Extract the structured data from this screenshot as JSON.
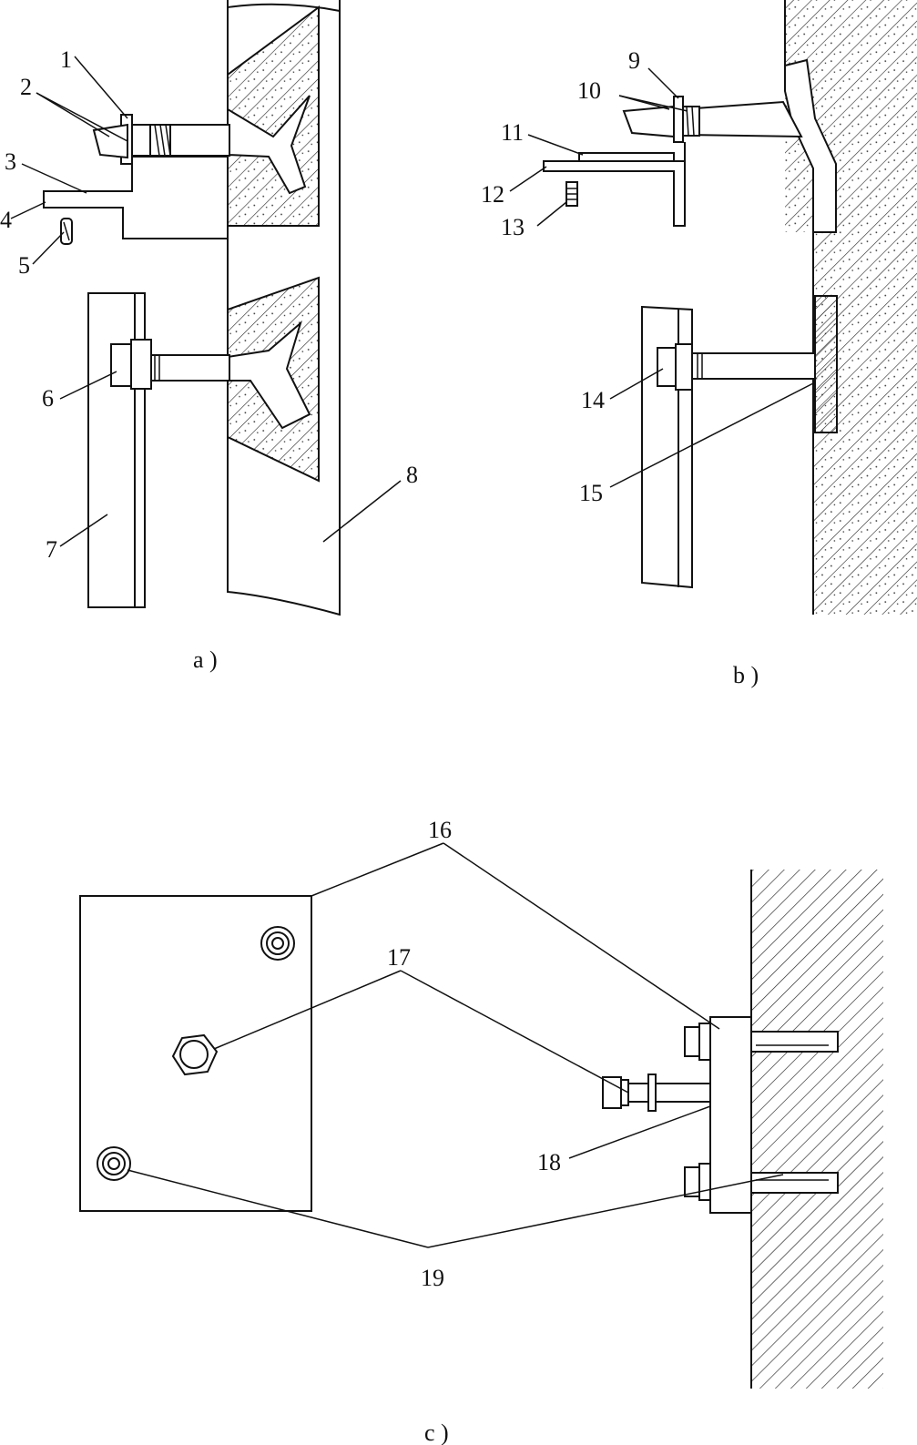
{
  "figure": {
    "panels": [
      {
        "id": "a",
        "caption": "a )"
      },
      {
        "id": "b",
        "caption": "b )"
      },
      {
        "id": "c",
        "caption": "c )"
      }
    ],
    "labels": [
      "1",
      "2",
      "3",
      "4",
      "5",
      "6",
      "7",
      "8",
      "9",
      "10",
      "11",
      "12",
      "13",
      "14",
      "15",
      "16",
      "17",
      "18",
      "19"
    ]
  }
}
